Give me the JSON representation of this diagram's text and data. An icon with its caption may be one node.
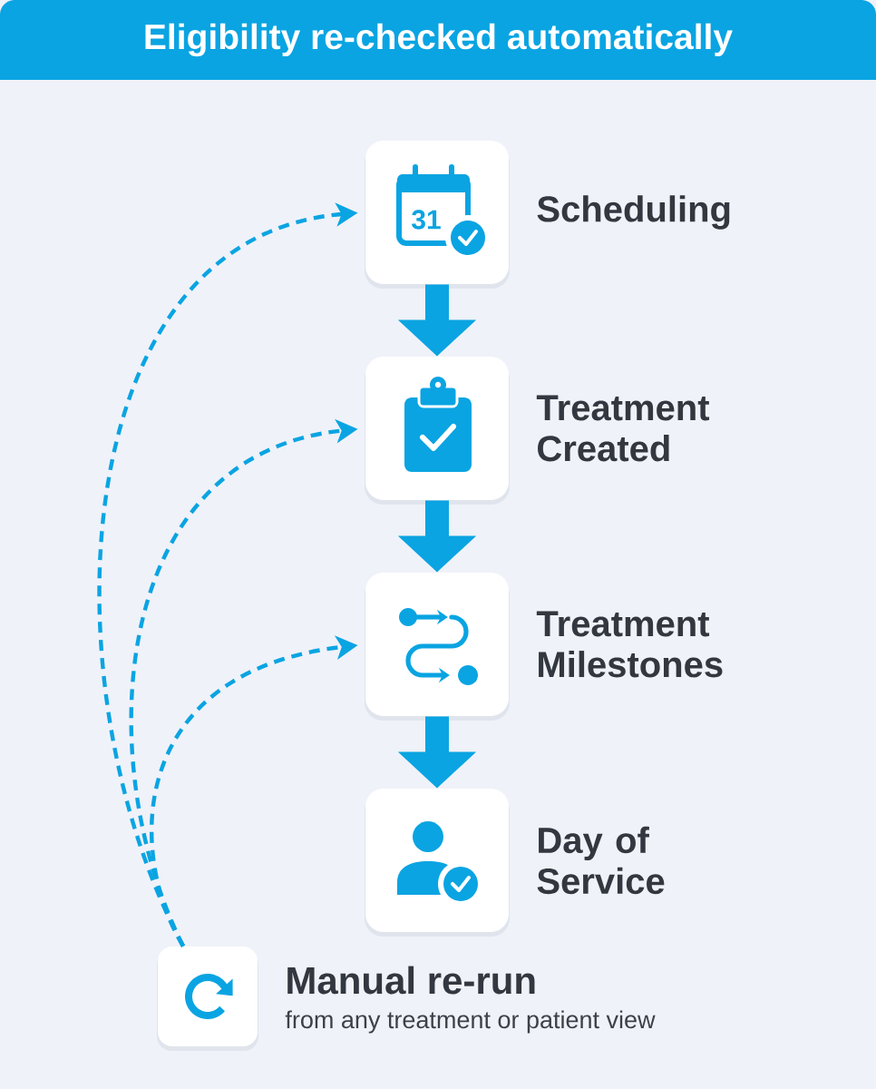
{
  "diagram": {
    "title": "Eligibility re-checked automatically",
    "nodes": [
      {
        "text": [
          "Scheduling"
        ]
      },
      {
        "text": [
          "Treatment Created"
        ]
      },
      {
        "text": [
          "Treatment Milestones"
        ]
      },
      {
        "text": [
          "Day of Service"
        ]
      },
      {
        "text": [
          "Manual re-run",
          "from any treatment or patient view"
        ]
      }
    ],
    "edges": [
      {
        "from": 0,
        "to": 1,
        "arrow": "to",
        "style": "thick"
      },
      {
        "from": 1,
        "to": 2,
        "arrow": "to",
        "style": "thick"
      },
      {
        "from": 2,
        "to": 3,
        "arrow": "to",
        "style": "thick"
      },
      {
        "from": 4,
        "to": 0,
        "arrow": "to",
        "style": "dashed"
      },
      {
        "from": 4,
        "to": 1,
        "arrow": "to",
        "style": "dashed"
      },
      {
        "from": 4,
        "to": 2,
        "arrow": "to",
        "style": "dashed"
      }
    ],
    "labels": [
      "31"
    ]
  }
}
